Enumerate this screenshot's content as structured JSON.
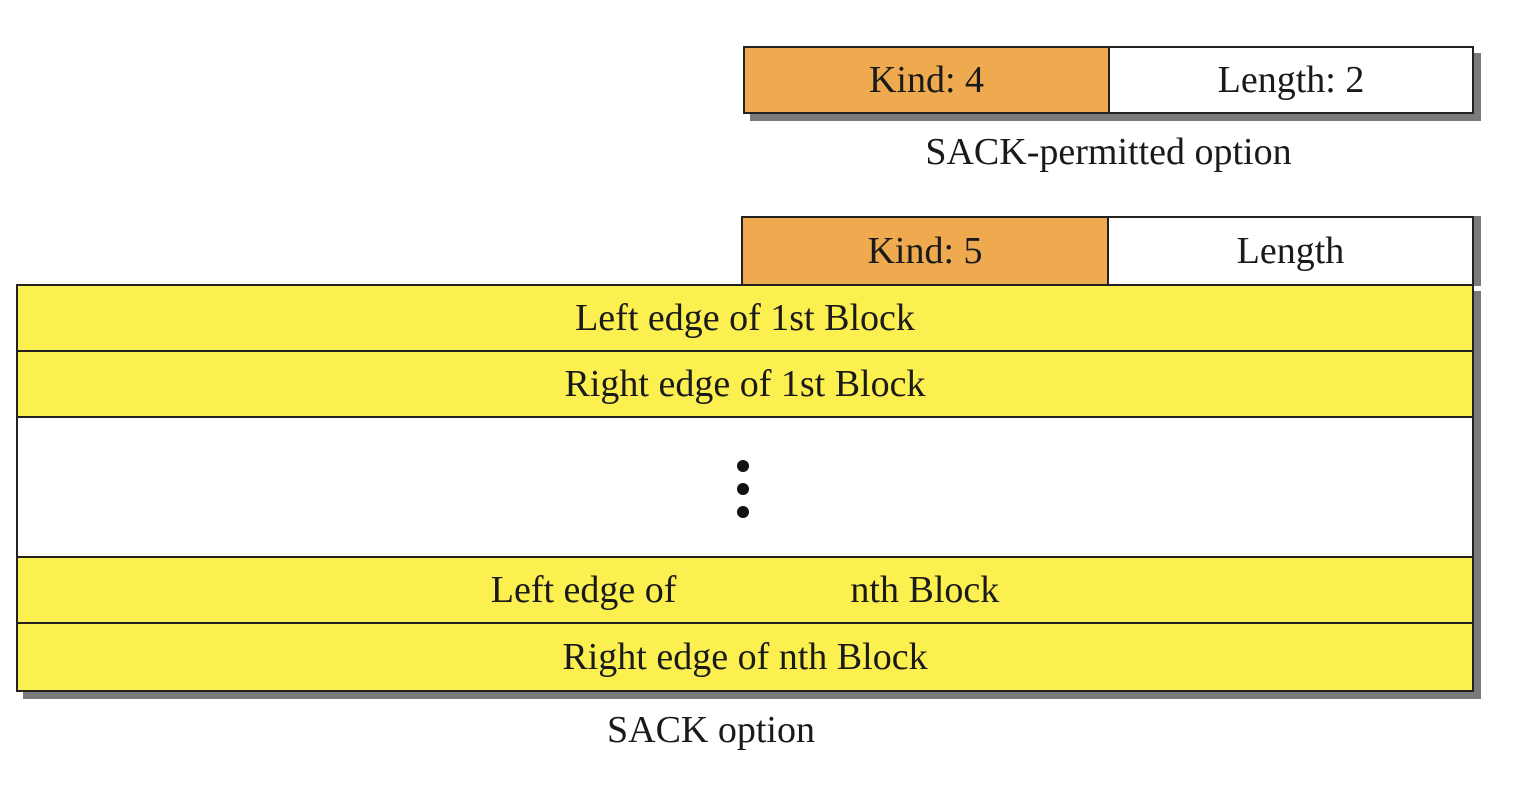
{
  "colors": {
    "kind_fill": "#efaa50",
    "block_fill": "#fcf050",
    "plain_fill": "#ffffff",
    "border": "#222222",
    "shadow": "#7a7a7a"
  },
  "sack_permitted": {
    "kind_label": "Kind: 4",
    "length_label": "Length: 2",
    "caption": "SACK-permitted option"
  },
  "sack": {
    "kind_label": "Kind: 5",
    "length_label": "Length",
    "rows": {
      "left_first": "Left edge of 1st Block",
      "right_first": "Right edge of 1st Block",
      "left_nth_part1": "Left edge of",
      "left_nth_part2": "nth Block",
      "right_nth": "Right edge of nth Block"
    },
    "caption": "SACK option"
  }
}
